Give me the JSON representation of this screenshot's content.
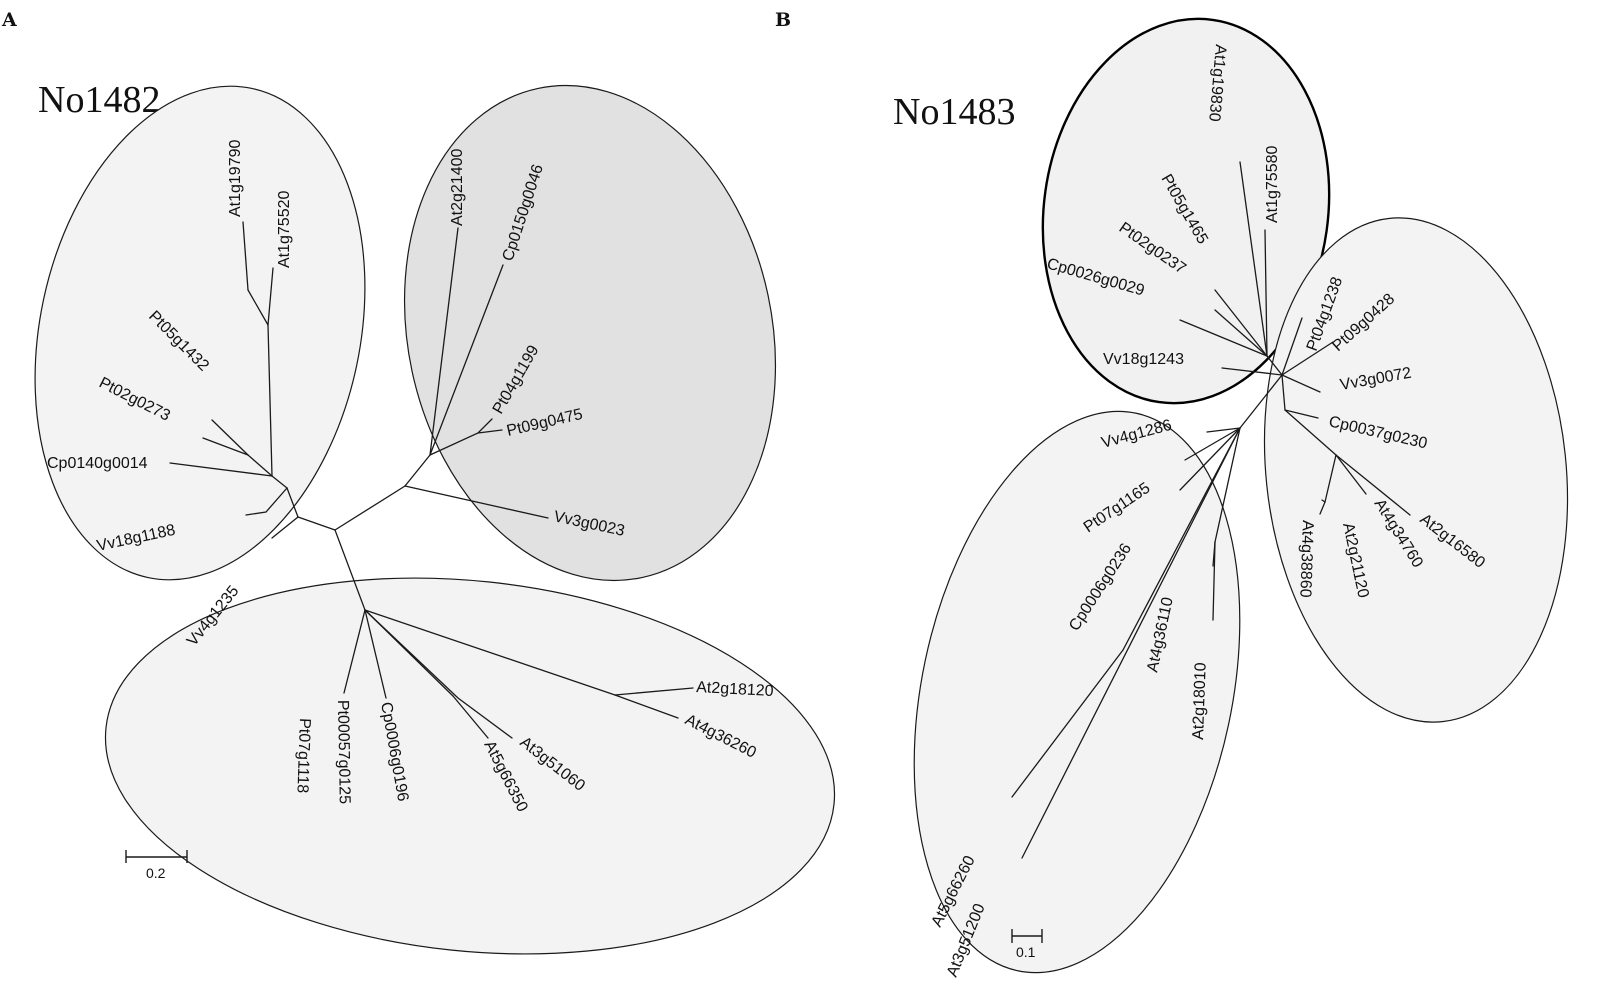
{
  "panels": [
    {
      "letter": "A",
      "title": "No1482",
      "scale_label": "0.2",
      "leaves": {
        "at1g19790": "At1g19790",
        "at1g75520": "At1g75520",
        "pt05g1432": "Pt05g1432",
        "pt02g0273": "Pt02g0273",
        "cp0140g0014": "Cp0140g0014",
        "vv18g1188": "Vv18g1188",
        "at2g21400": "At2g21400",
        "cp0150g0046": "Cp0150g0046",
        "pt04g1199": "Pt04g1199",
        "pt09g0475": "Pt09g0475",
        "vv3g0023": "Vv3g0023",
        "vv4g1235": "Vv4g1235",
        "pt07g1118": "Pt07g1118",
        "pt00057g0125": "Pt00057g0125",
        "cp0006g0196": "Cp0006g0196",
        "at5g66350": "At5g66350",
        "at3g51060": "At3g51060",
        "at4g36260": "At4g36260",
        "at2g18120": "At2g18120"
      }
    },
    {
      "letter": "B",
      "title": "No1483",
      "scale_label": "0.1",
      "leaves": {
        "at1g19830": "At1g19830",
        "at1g75580": "At1g75580",
        "pt05g1465": "Pt05g1465",
        "pt02g0237": "Pt02g0237",
        "cp0026g0029": "Cp0026g0029",
        "vv18g1243": "Vv18g1243",
        "pt04g1238": "Pt04g1238",
        "pt09g0428": "Pt09g0428",
        "vv3g0072": "Vv3g0072",
        "cp0037g0230": "Cp0037g0230",
        "at2g16580": "At2g16580",
        "at4g34760": "At4g34760",
        "at2g21120": "At2g21120",
        "at4g38860": "At4g38860",
        "vv4g1286": "Vv4g1286",
        "pt07g1165": "Pt07g1165",
        "cp0006g0236": "Cp0006g0236",
        "at4g36110": "At4g36110",
        "at2g18010": "At2g18010",
        "at5g66260": "At5g66260",
        "at3g51200": "At3g51200"
      }
    }
  ]
}
